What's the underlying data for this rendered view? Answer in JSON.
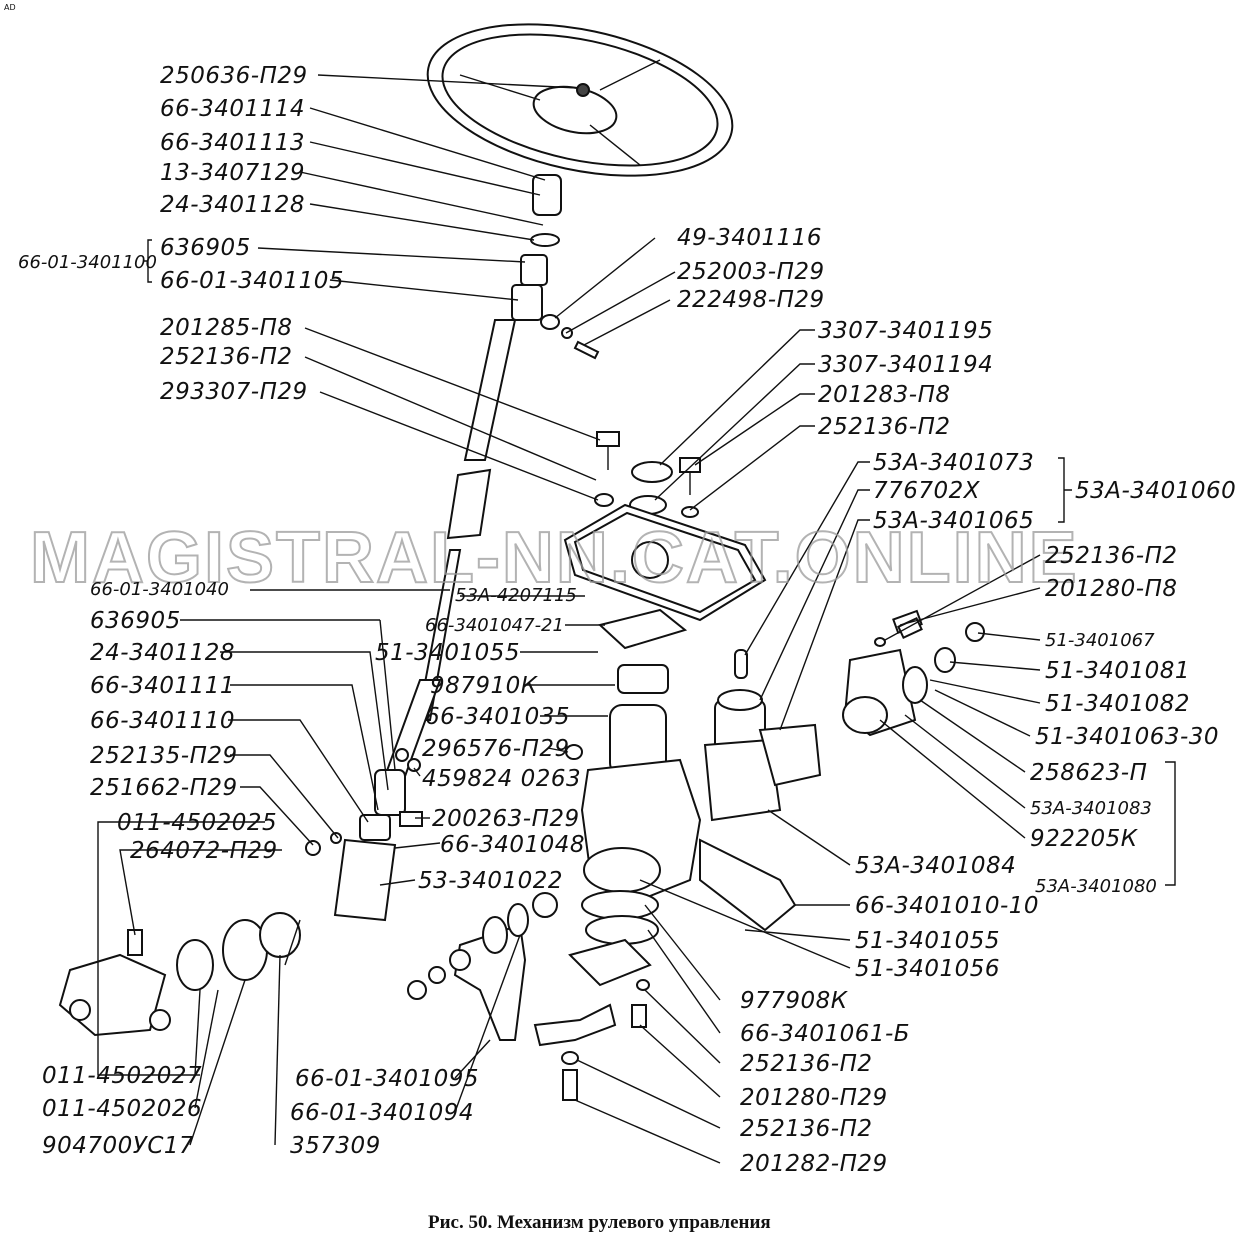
{
  "corner_mark": "AD",
  "watermark": "MAGISTRAL-NN.CAT.ONLINE",
  "caption": "Рис. 50. Механизм рулевого управления",
  "labels": {
    "l250636_p29": "250636-П29",
    "l66_3401114": "66-3401114",
    "l66_3401113": "66-3401113",
    "l13_3407129": "13-3407129",
    "l24_3401128": "24-3401128",
    "l636905_top": "636905",
    "l66_01_3401100": "66-01-3401100",
    "l66_01_3401105": "66-01-3401105",
    "l49_3401116": "49-3401116",
    "l252003_p29": "252003-П29",
    "l222498_p29": "222498-П29",
    "l201285_p8": "201285-П8",
    "l252136_p2_a": "252136-П2",
    "l293307_p29": "293307-П29",
    "l3307_3401195": "3307-3401195",
    "l3307_3401194": "3307-3401194",
    "l201283_p8": "201283-П8",
    "l252136_p2_b": "252136-П2",
    "l53A_3401073": "53А-3401073",
    "l776702X": "776702Х",
    "l53A_3401065": "53А-3401065",
    "l53A_3401060_grp": "53А-3401060",
    "l66_01_3401040": "66-01-3401040",
    "l636905_mid": "636905",
    "l24_3401128_b": "24-3401128",
    "l66_3401111": "66-3401111",
    "l66_3401110": "66-3401110",
    "l252135_p29": "252135-П29",
    "l251662_p29": "251662-П29",
    "l011_4502025": "011-4502025",
    "l264072_p29": "264072-П29",
    "l53A_4207115": "53А-4207115",
    "l66_3401047_21": "66-3401047-21",
    "l51_3401055_a": "51-3401055",
    "l987910K": "987910К",
    "l66_3401035": "66-3401035",
    "l296576_p29": "296576-П29",
    "l459824_0263": "459824 0263",
    "l200263_p29": "200263-П29",
    "l66_3401048": "66-3401048",
    "l53_3401022": "53-3401022",
    "l252136_p2_c": "252136-П2",
    "l201280_p8": "201280-П8",
    "l51_3401067": "51-3401067",
    "l51_3401081": "51-3401081",
    "l51_3401082": "51-3401082",
    "l51_3401063_30": "51-3401063-30",
    "l258623_p": "258623-П",
    "l53A_3401083": "53А-3401083",
    "l922205K": "922205К",
    "l53A_3401084": "53А-3401084",
    "l53A_3401080": "53А-3401080",
    "l66_3401010_10": "66-3401010-10",
    "l51_3401055_b": "51-3401055",
    "l51_3401056": "51-3401056",
    "l977908K": "977908К",
    "l66_3401061_B": "66-3401061-Б",
    "l252136_p2_d": "252136-П2",
    "l201280_p29": "201280-П29",
    "l252136_p2_e": "252136-П2",
    "l201282_p29": "201282-П29",
    "l011_4502027": "011-4502027",
    "l011_4502026": "011-4502026",
    "l904700US17": "904700УС17",
    "l357309": "357309",
    "l66_01_3401095": "66-01-3401095",
    "l66_01_3401094": "66-01-3401094"
  }
}
